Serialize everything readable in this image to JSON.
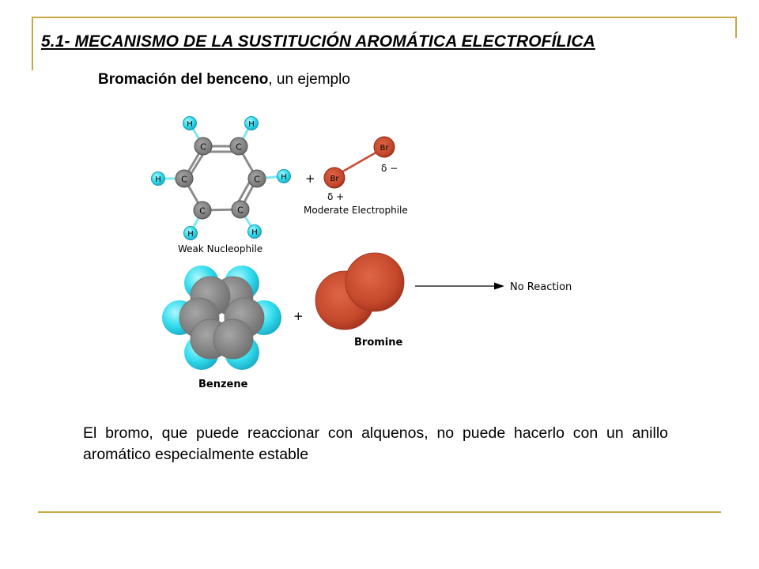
{
  "title": "5.1- MECANISMO DE LA SUSTITUCIÓN AROMÁTICA ELECTROFÍLICA",
  "subtitle": {
    "bold": "Bromación del benceno",
    "rest": ", un ejemplo"
  },
  "figure": {
    "atom_labels": {
      "carbon": "C",
      "hydrogen": "H",
      "bromine": "Br"
    },
    "plus_sign": "+",
    "delta_minus": "δ −",
    "delta_plus": "δ +",
    "electrophile_label": "Moderate Electrophile",
    "nucleophile_label": "Weak Nucleophile",
    "no_reaction_label": "No Reaction",
    "bromine_label": "Bromine",
    "benzene_label": "Benzene"
  },
  "caption": "El bromo, que puede reaccionar con alquenos, no puede hacerlo con un anillo aromático especialmente estable",
  "colors": {
    "rule": "#c8a845",
    "carbon": "#8a8a8a",
    "hydrogen": "#33ddee",
    "bromine": "#c94a2f"
  }
}
